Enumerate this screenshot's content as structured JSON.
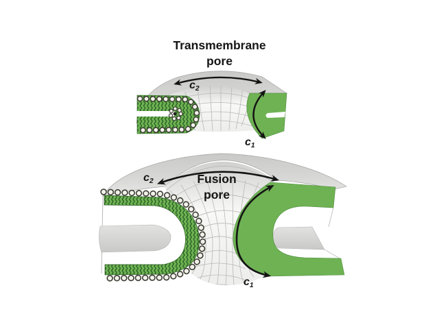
{
  "figure": {
    "top_diagram": {
      "title_line1": "Transmembrane",
      "title_line2": "pore",
      "label_c2": {
        "base": "c",
        "sub": "2"
      },
      "label_c1": {
        "base": "c",
        "sub": "1"
      }
    },
    "bottom_diagram": {
      "title_line1": "Fusion",
      "title_line2": "pore",
      "label_c2": {
        "base": "c",
        "sub": "2"
      },
      "label_c1": {
        "base": "c",
        "sub": "1"
      }
    },
    "colors": {
      "membrane_green": "#6fb254",
      "lipid_tail_dark_green": "#235a1e",
      "surface_gray": "#d5d5d3",
      "grid_line_gray": "#b8b8b8",
      "lipid_head_fill": "#f2f2ea",
      "lipid_head_outline": "#3c3c34",
      "arrow_black": "#141414"
    }
  }
}
